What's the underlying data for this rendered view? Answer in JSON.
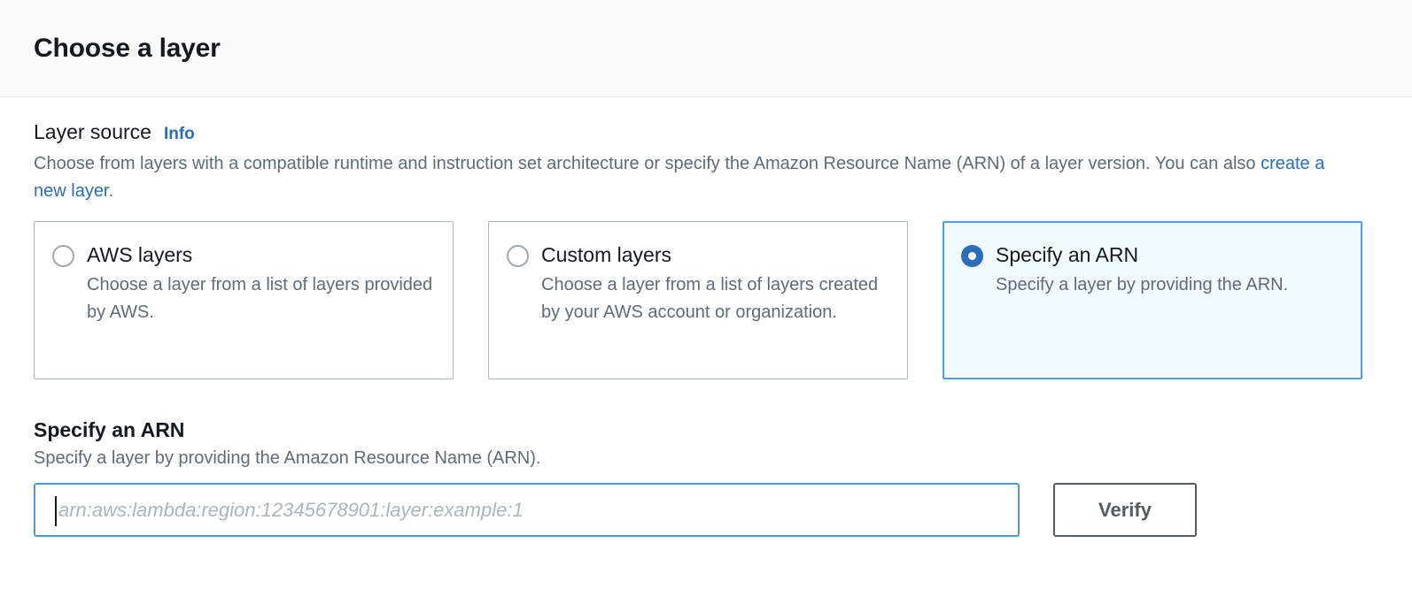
{
  "header": {
    "title": "Choose a layer"
  },
  "layer_source": {
    "label": "Layer source",
    "info_link": "Info",
    "description_part1": "Choose from layers with a compatible runtime and instruction set architecture or specify the Amazon Resource Name (ARN) of a layer version. You can also ",
    "description_link": "create a new layer",
    "description_part2": ".",
    "options": [
      {
        "title": "AWS layers",
        "description": "Choose a layer from a list of layers provided by AWS.",
        "selected": false
      },
      {
        "title": "Custom layers",
        "description": "Choose a layer from a list of layers created by your AWS account or organization.",
        "selected": false
      },
      {
        "title": "Specify an ARN",
        "description": "Specify a layer by providing the ARN.",
        "selected": true
      }
    ]
  },
  "arn_section": {
    "title": "Specify an ARN",
    "description": "Specify a layer by providing the Amazon Resource Name (ARN).",
    "input_value": "",
    "input_placeholder": "arn:aws:lambda:region:12345678901:layer:example:1",
    "verify_label": "Verify"
  },
  "colors": {
    "accent_blue": "#2a6ebb",
    "selected_tile_border": "#539fe5",
    "selected_tile_bg": "#f1faff",
    "input_focus_border": "#4b9cd3",
    "button_border": "#545b64",
    "text_primary": "#16191f",
    "text_secondary": "#5f6b7a",
    "tile_border": "#aab7b8",
    "header_bg": "#fafafa"
  }
}
